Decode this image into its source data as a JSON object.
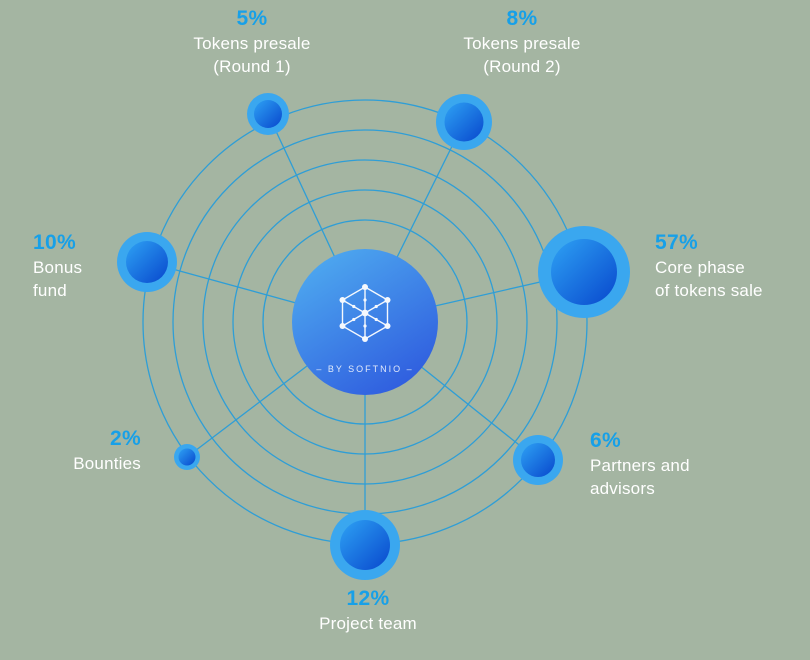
{
  "diagram": {
    "center": {
      "brand_text": "– BY SOFTNIO –",
      "icon": "hexagon-network-icon"
    },
    "nodes": [
      {
        "id": "tokens-presale-round-1",
        "percent": "5%",
        "lines": [
          "Tokens presale",
          "(Round 1)"
        ]
      },
      {
        "id": "tokens-presale-round-2",
        "percent": "8%",
        "lines": [
          "Tokens presale",
          "(Round 2)"
        ]
      },
      {
        "id": "core-phase",
        "percent": "57%",
        "lines": [
          "Core phase",
          "of tokens sale"
        ]
      },
      {
        "id": "bonus-fund",
        "percent": "10%",
        "lines": [
          "Bonus",
          "fund"
        ]
      },
      {
        "id": "bounties",
        "percent": "2%",
        "lines": [
          "Bounties"
        ]
      },
      {
        "id": "partners-advisors",
        "percent": "6%",
        "lines": [
          "Partners and",
          "advisors"
        ]
      },
      {
        "id": "project-team",
        "percent": "12%",
        "lines": [
          "Project team"
        ]
      }
    ]
  },
  "colors": {
    "background": "#a4b5a2",
    "percent_text": "#17a0e8",
    "label_text": "#ffffff",
    "orbit_stroke": "#2f9ed6",
    "node_ring": "#3aa7ef",
    "node_gradient_start": "#2ea2f4",
    "node_gradient_end": "#0847cd",
    "center_gradient_start": "#4facf0",
    "center_gradient_end": "#2e5ade"
  },
  "chart_data": {
    "type": "pie",
    "title": "",
    "categories": [
      "Tokens presale (Round 1)",
      "Tokens presale (Round 2)",
      "Core phase of tokens sale",
      "Bonus fund",
      "Bounties",
      "Partners and advisors",
      "Project team"
    ],
    "values": [
      5,
      8,
      57,
      10,
      2,
      6,
      12
    ],
    "unit": "%",
    "legend": "none",
    "layout": "radial-orbit"
  }
}
